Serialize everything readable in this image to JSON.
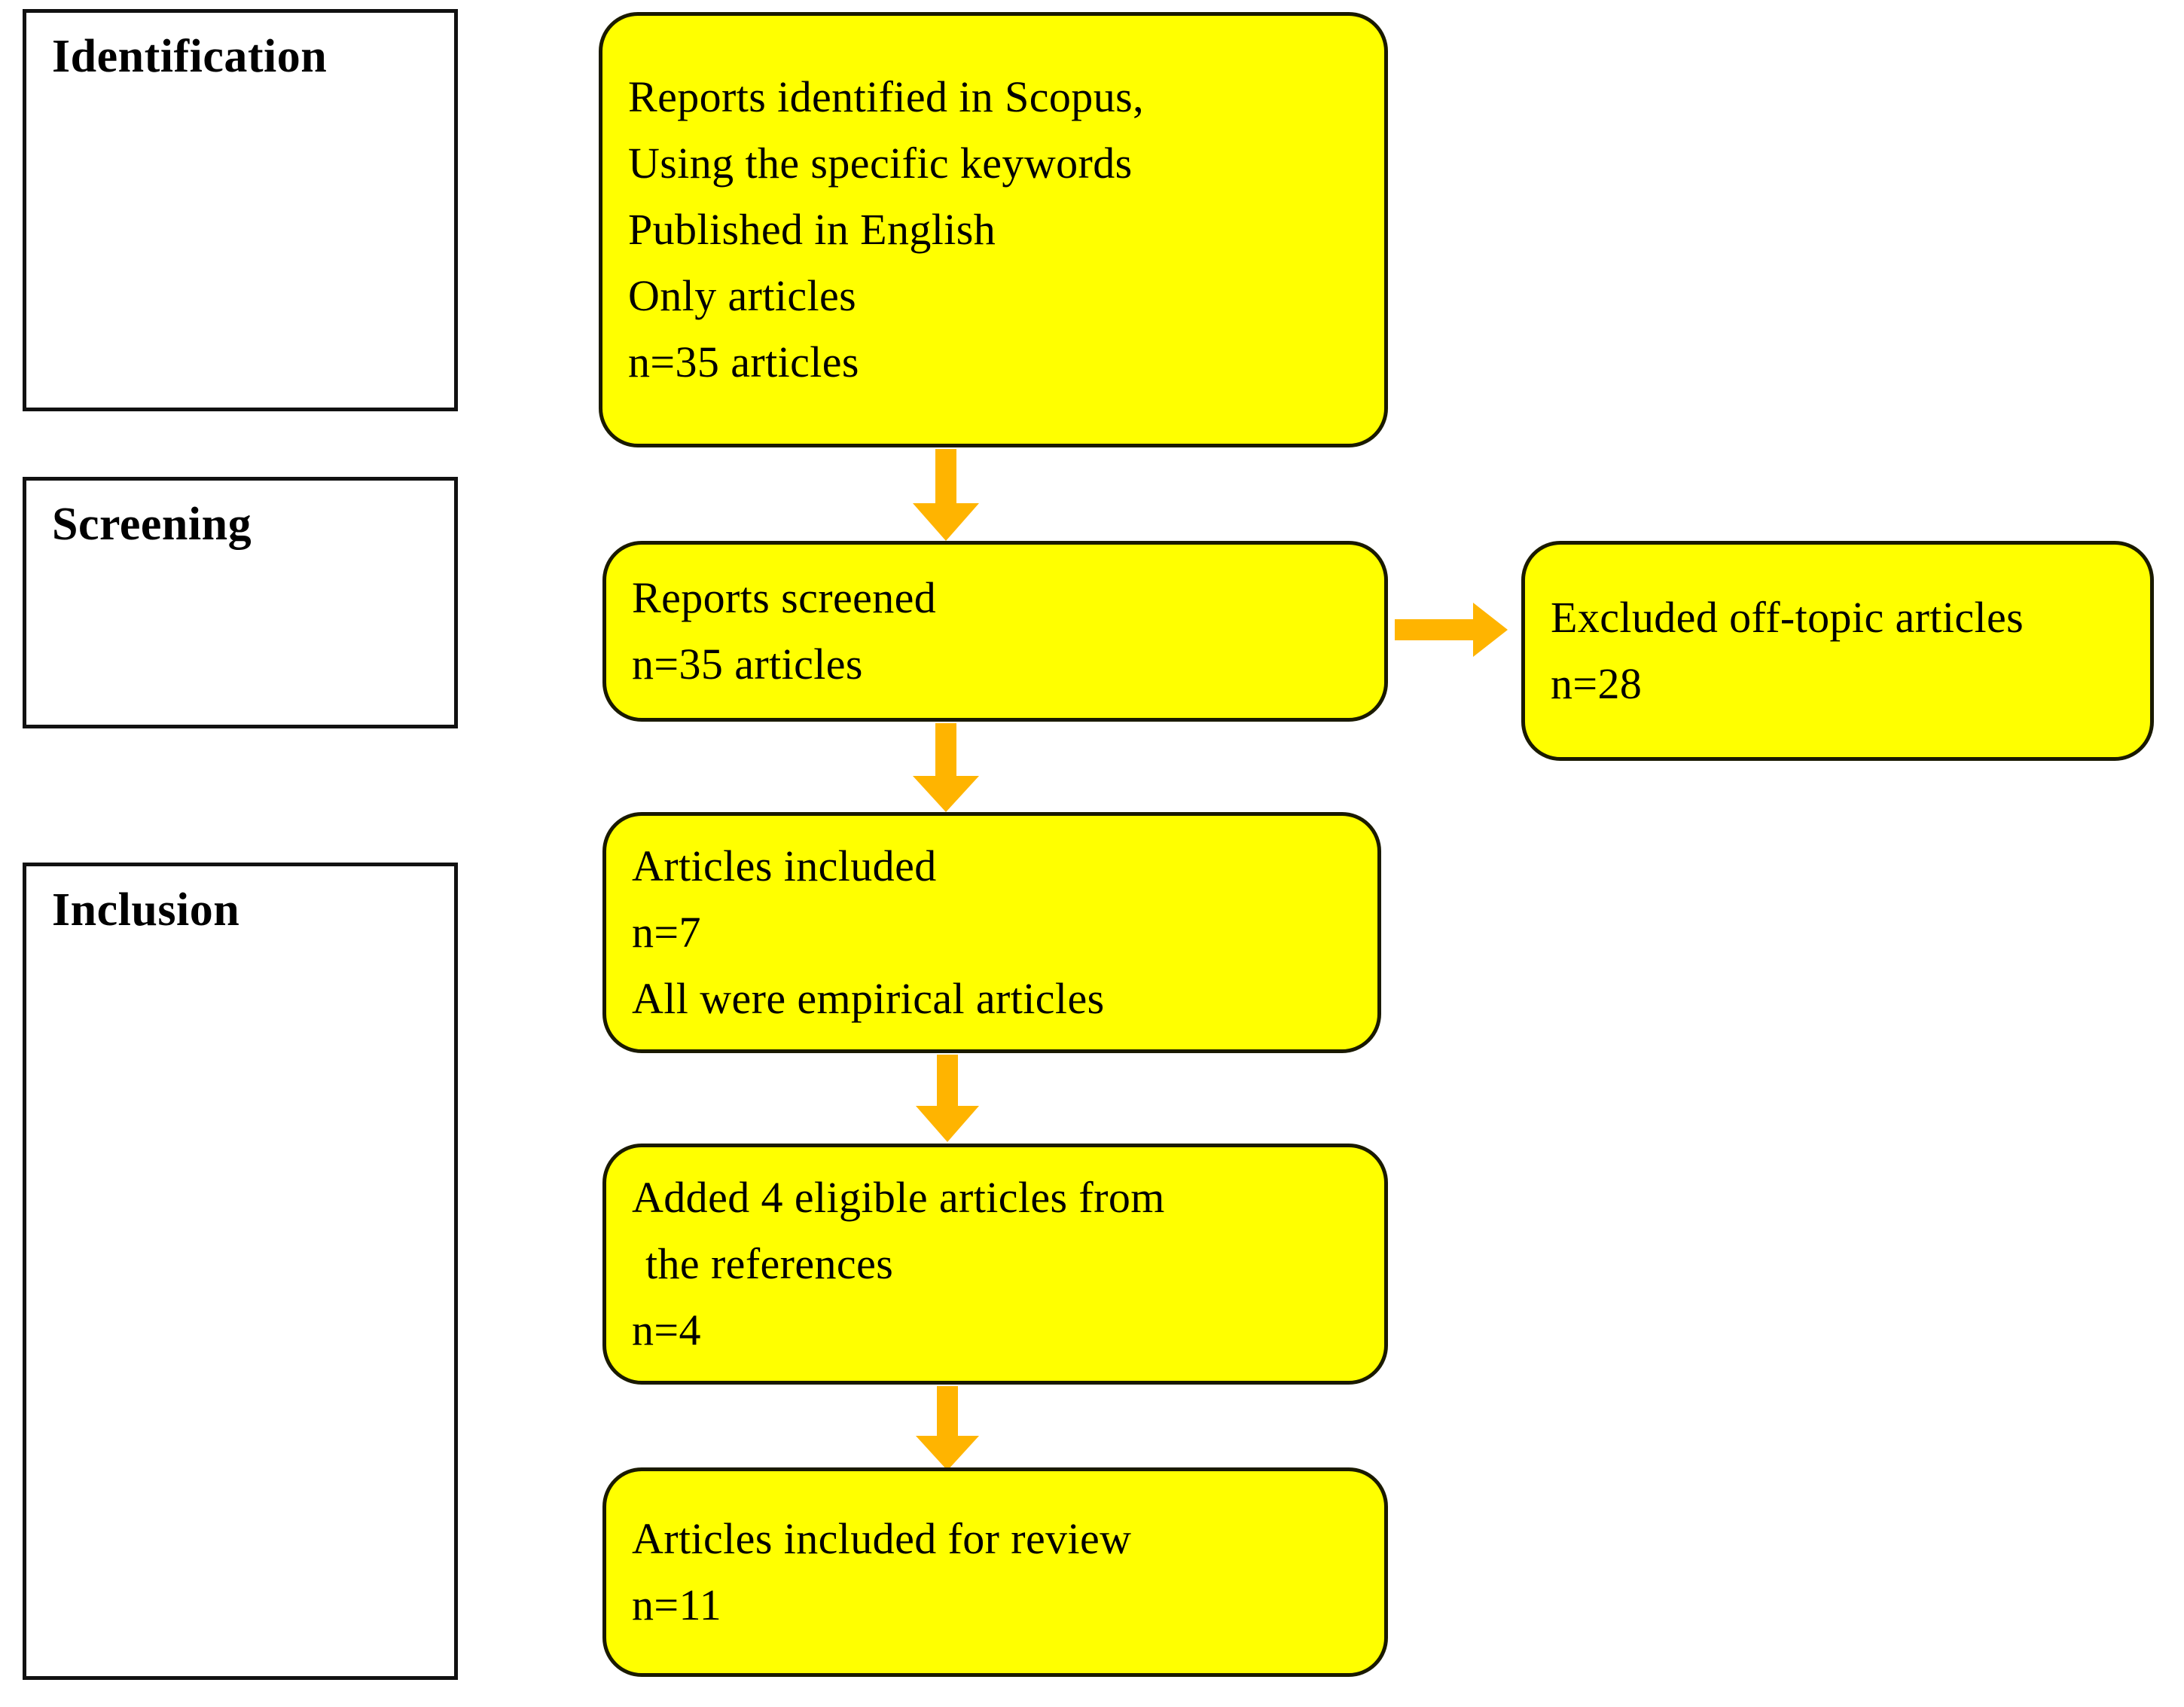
{
  "diagram": {
    "title": "PRISMA study selection flow diagram",
    "colors": {
      "box_fill": "#FFFF00",
      "box_border": "#1a1a00",
      "arrow": "#FFB400",
      "stage_border": "#111111",
      "text": "#000000",
      "background": "#FFFFFF"
    },
    "stages": [
      {
        "id": "identification",
        "label": "Identification"
      },
      {
        "id": "screening",
        "label": "Screening"
      },
      {
        "id": "inclusion",
        "label": "Inclusion"
      }
    ],
    "nodes": [
      {
        "id": "identified",
        "stage": "identification",
        "lines": [
          "Reports identified in Scopus,",
          "Using the specific keywords",
          "Published in English",
          "Only articles",
          "n=35 articles"
        ],
        "n": 35
      },
      {
        "id": "screened",
        "stage": "screening",
        "lines": [
          "Reports screened",
          "n=35 articles"
        ],
        "n": 35
      },
      {
        "id": "excluded",
        "stage": "screening",
        "lines": [
          "Excluded off-topic articles",
          "n=28"
        ],
        "n": 28
      },
      {
        "id": "included",
        "stage": "inclusion",
        "lines": [
          "Articles included",
          "n=7",
          "All were empirical articles"
        ],
        "n": 7
      },
      {
        "id": "added",
        "stage": "inclusion",
        "lines": [
          "Added 4 eligible articles from",
          " the references",
          "n=4"
        ],
        "n": 4
      },
      {
        "id": "final",
        "stage": "inclusion",
        "lines": [
          "Articles included for review",
          "n=11"
        ],
        "n": 11
      }
    ],
    "edges": [
      {
        "from": "identified",
        "to": "screened",
        "direction": "down",
        "icon": "arrow-down-icon"
      },
      {
        "from": "screened",
        "to": "excluded",
        "direction": "right",
        "icon": "arrow-right-icon"
      },
      {
        "from": "screened",
        "to": "included",
        "direction": "down",
        "icon": "arrow-down-icon"
      },
      {
        "from": "included",
        "to": "added",
        "direction": "down",
        "icon": "arrow-down-icon"
      },
      {
        "from": "added",
        "to": "final",
        "direction": "down",
        "icon": "arrow-down-icon"
      }
    ]
  }
}
